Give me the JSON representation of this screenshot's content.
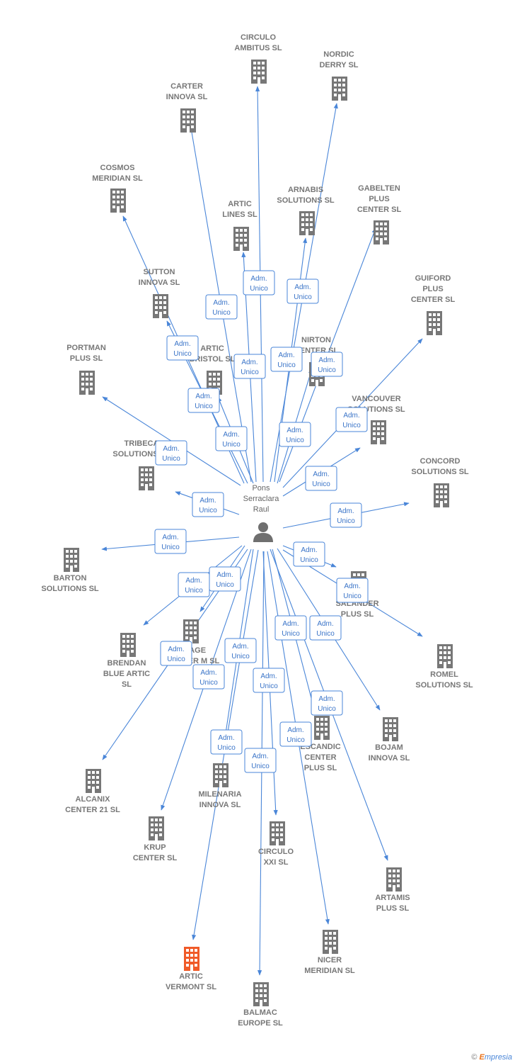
{
  "center": {
    "lines": [
      "Pons",
      "Serraclara",
      "Raul"
    ]
  },
  "badge": {
    "line1": "Adm.",
    "line2": "Unico"
  },
  "colors": {
    "edge": "#4a86d8",
    "building": "#777777",
    "highlight": "#f05a28"
  },
  "footer": {
    "copyright": "©",
    "brand_initial": "E",
    "brand_rest": "mpresia"
  },
  "nodes": [
    {
      "id": "circulo-ambitus",
      "lines": [
        "CIRCULO",
        "AMBITUS SL"
      ]
    },
    {
      "id": "nordic-derry",
      "lines": [
        "NORDIC",
        "DERRY SL"
      ]
    },
    {
      "id": "carter-innova",
      "lines": [
        "CARTER",
        "INNOVA SL"
      ]
    },
    {
      "id": "cosmos-meridian",
      "lines": [
        "COSMOS",
        "MERIDIAN SL"
      ]
    },
    {
      "id": "artic-lines",
      "lines": [
        "ARTIC",
        "LINES SL"
      ]
    },
    {
      "id": "arnabis-solutions",
      "lines": [
        "ARNABIS",
        "SOLUTIONS SL"
      ]
    },
    {
      "id": "gabelten-plus",
      "lines": [
        "GABELTEN",
        "PLUS",
        "CENTER SL"
      ]
    },
    {
      "id": "guiford-plus",
      "lines": [
        "GUIFORD",
        "PLUS",
        "CENTER SL"
      ]
    },
    {
      "id": "sutton-innova",
      "lines": [
        "SUTTON",
        "INNOVA SL"
      ]
    },
    {
      "id": "artic-bristol",
      "lines": [
        "ARTIC",
        "BRISTOL SL"
      ]
    },
    {
      "id": "nirton-center",
      "lines": [
        "NIRTON",
        "CENTER SL"
      ]
    },
    {
      "id": "portman-plus",
      "lines": [
        "PORTMAN",
        "PLUS SL"
      ]
    },
    {
      "id": "vancouver-solutions",
      "lines": [
        "VANCOUVER",
        "SOLUTIONS SL"
      ]
    },
    {
      "id": "tribeca-solutions",
      "lines": [
        "TRIBECA",
        "SOLUTIONS SL"
      ]
    },
    {
      "id": "concord-solutions",
      "lines": [
        "CONCORD",
        "SOLUTIONS SL"
      ]
    },
    {
      "id": "barton-solutions",
      "lines": [
        "BARTON",
        "SOLUTIONS SL"
      ]
    },
    {
      "id": "salander-plus",
      "lines": [
        "SALANDER",
        "PLUS SL"
      ]
    },
    {
      "id": "brendan-blue",
      "lines": [
        "BRENDAN",
        "BLUE ARTIC",
        "SL"
      ]
    },
    {
      "id": "image-sl",
      "lines": [
        "IMAGE",
        "CENTER M SL"
      ]
    },
    {
      "id": "romel-solutions",
      "lines": [
        "ROMEL",
        "SOLUTIONS SL"
      ]
    },
    {
      "id": "bojam-innova",
      "lines": [
        "BOJAM",
        "INNOVA SL"
      ]
    },
    {
      "id": "escandic-center",
      "lines": [
        "ESCANDIC",
        "CENTER",
        "PLUS SL"
      ]
    },
    {
      "id": "alcanix-center",
      "lines": [
        "ALCANIX",
        "CENTER 21 SL"
      ]
    },
    {
      "id": "milenaria-innova",
      "lines": [
        "MILENARIA",
        "INNOVA SL"
      ]
    },
    {
      "id": "krup-center",
      "lines": [
        "KRUP",
        "CENTER SL"
      ]
    },
    {
      "id": "circulo-xxi",
      "lines": [
        "CIRCULO",
        "XXI SL"
      ]
    },
    {
      "id": "artamis-plus",
      "lines": [
        "ARTAMIS",
        "PLUS SL"
      ]
    },
    {
      "id": "artic-vermont",
      "lines": [
        "ARTIC",
        "VERMONT SL"
      ],
      "highlight": true
    },
    {
      "id": "nicer-meridian",
      "lines": [
        "NICER",
        "MERIDIAN SL"
      ]
    },
    {
      "id": "balmac-europe",
      "lines": [
        "BALMAC",
        "EUROPE SL"
      ]
    }
  ]
}
